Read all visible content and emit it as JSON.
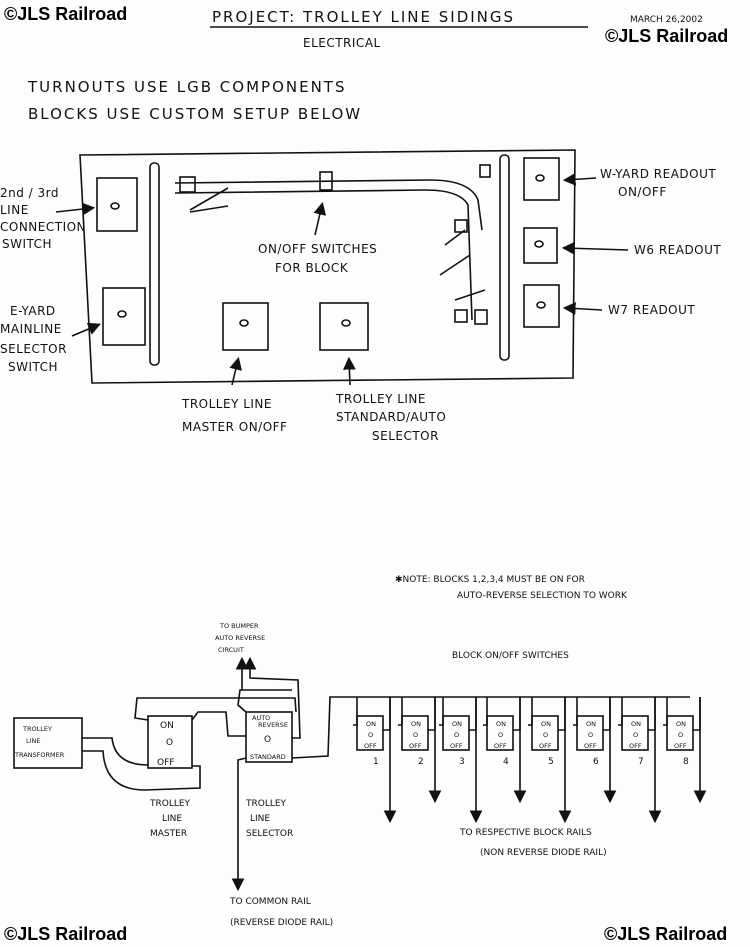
{
  "watermarks": {
    "top_left": "©JLS Railroad",
    "top_right": "©JLS Railroad",
    "bottom_left": "©JLS Railroad",
    "bottom_right": "©JLS Railroad"
  },
  "header": {
    "title": "PROJECT: TROLLEY LINE SIDINGS",
    "subtitle": "ELECTRICAL",
    "date": "MARCH 26,2002"
  },
  "notes": {
    "line1": "TURNOUTS USE LGB COMPONENTS",
    "line2": "BLOCKS USE CUSTOM SETUP BELOW"
  },
  "panel": {
    "switch_glyph": "O",
    "conn_switch": [
      "2nd / 3rd",
      "LINE",
      "CONNECTION",
      "SWITCH"
    ],
    "eyard_switch": [
      "E-YARD",
      "MAINLINE",
      "SELECTOR",
      "SWITCH"
    ],
    "block_switches": [
      "ON/OFF SWITCHES",
      "FOR BLOCK"
    ],
    "master": [
      "TROLLEY LINE",
      "MASTER ON/OFF"
    ],
    "selector": [
      "TROLLEY LINE",
      "STANDARD/AUTO",
      "SELECTOR"
    ],
    "wyard": [
      "W-YARD READOUT",
      "ON/OFF"
    ],
    "w6": "W6 READOUT",
    "w7": "W7 READOUT"
  },
  "circuit": {
    "note": [
      "✱NOTE: BLOCKS 1,2,3,4 MUST BE ON FOR",
      "AUTO-REVERSE SELECTION TO WORK"
    ],
    "blocks_title": "BLOCK ON/OFF SWITCHES",
    "transformer": [
      "TROLLEY",
      "LINE",
      "TRANSFORMER"
    ],
    "master_sw": {
      "on": "ON",
      "mid": "O",
      "off": "OFF"
    },
    "master_label": [
      "TROLLEY",
      "LINE",
      "MASTER"
    ],
    "selector_sw": {
      "top": [
        "AUTO",
        "REVERSE"
      ],
      "mid": "O",
      "bottom": "STANDARD"
    },
    "selector_label": [
      "TROLLEY",
      "LINE",
      "SELECTOR"
    ],
    "bumper": [
      "TO BUMPER",
      "AUTO REVERSE",
      "CIRCUIT"
    ],
    "common": [
      "TO COMMON RAIL",
      "(REVERSE DIODE RAIL)"
    ],
    "block_sw": {
      "on": "ON",
      "mid": "O",
      "off": "OFF"
    },
    "block_numbers": [
      "1",
      "2",
      "3",
      "4",
      "5",
      "6",
      "7",
      "8"
    ],
    "block_rails": [
      "TO RESPECTIVE BLOCK RAILS",
      "(NON REVERSE DIODE RAIL)"
    ]
  }
}
